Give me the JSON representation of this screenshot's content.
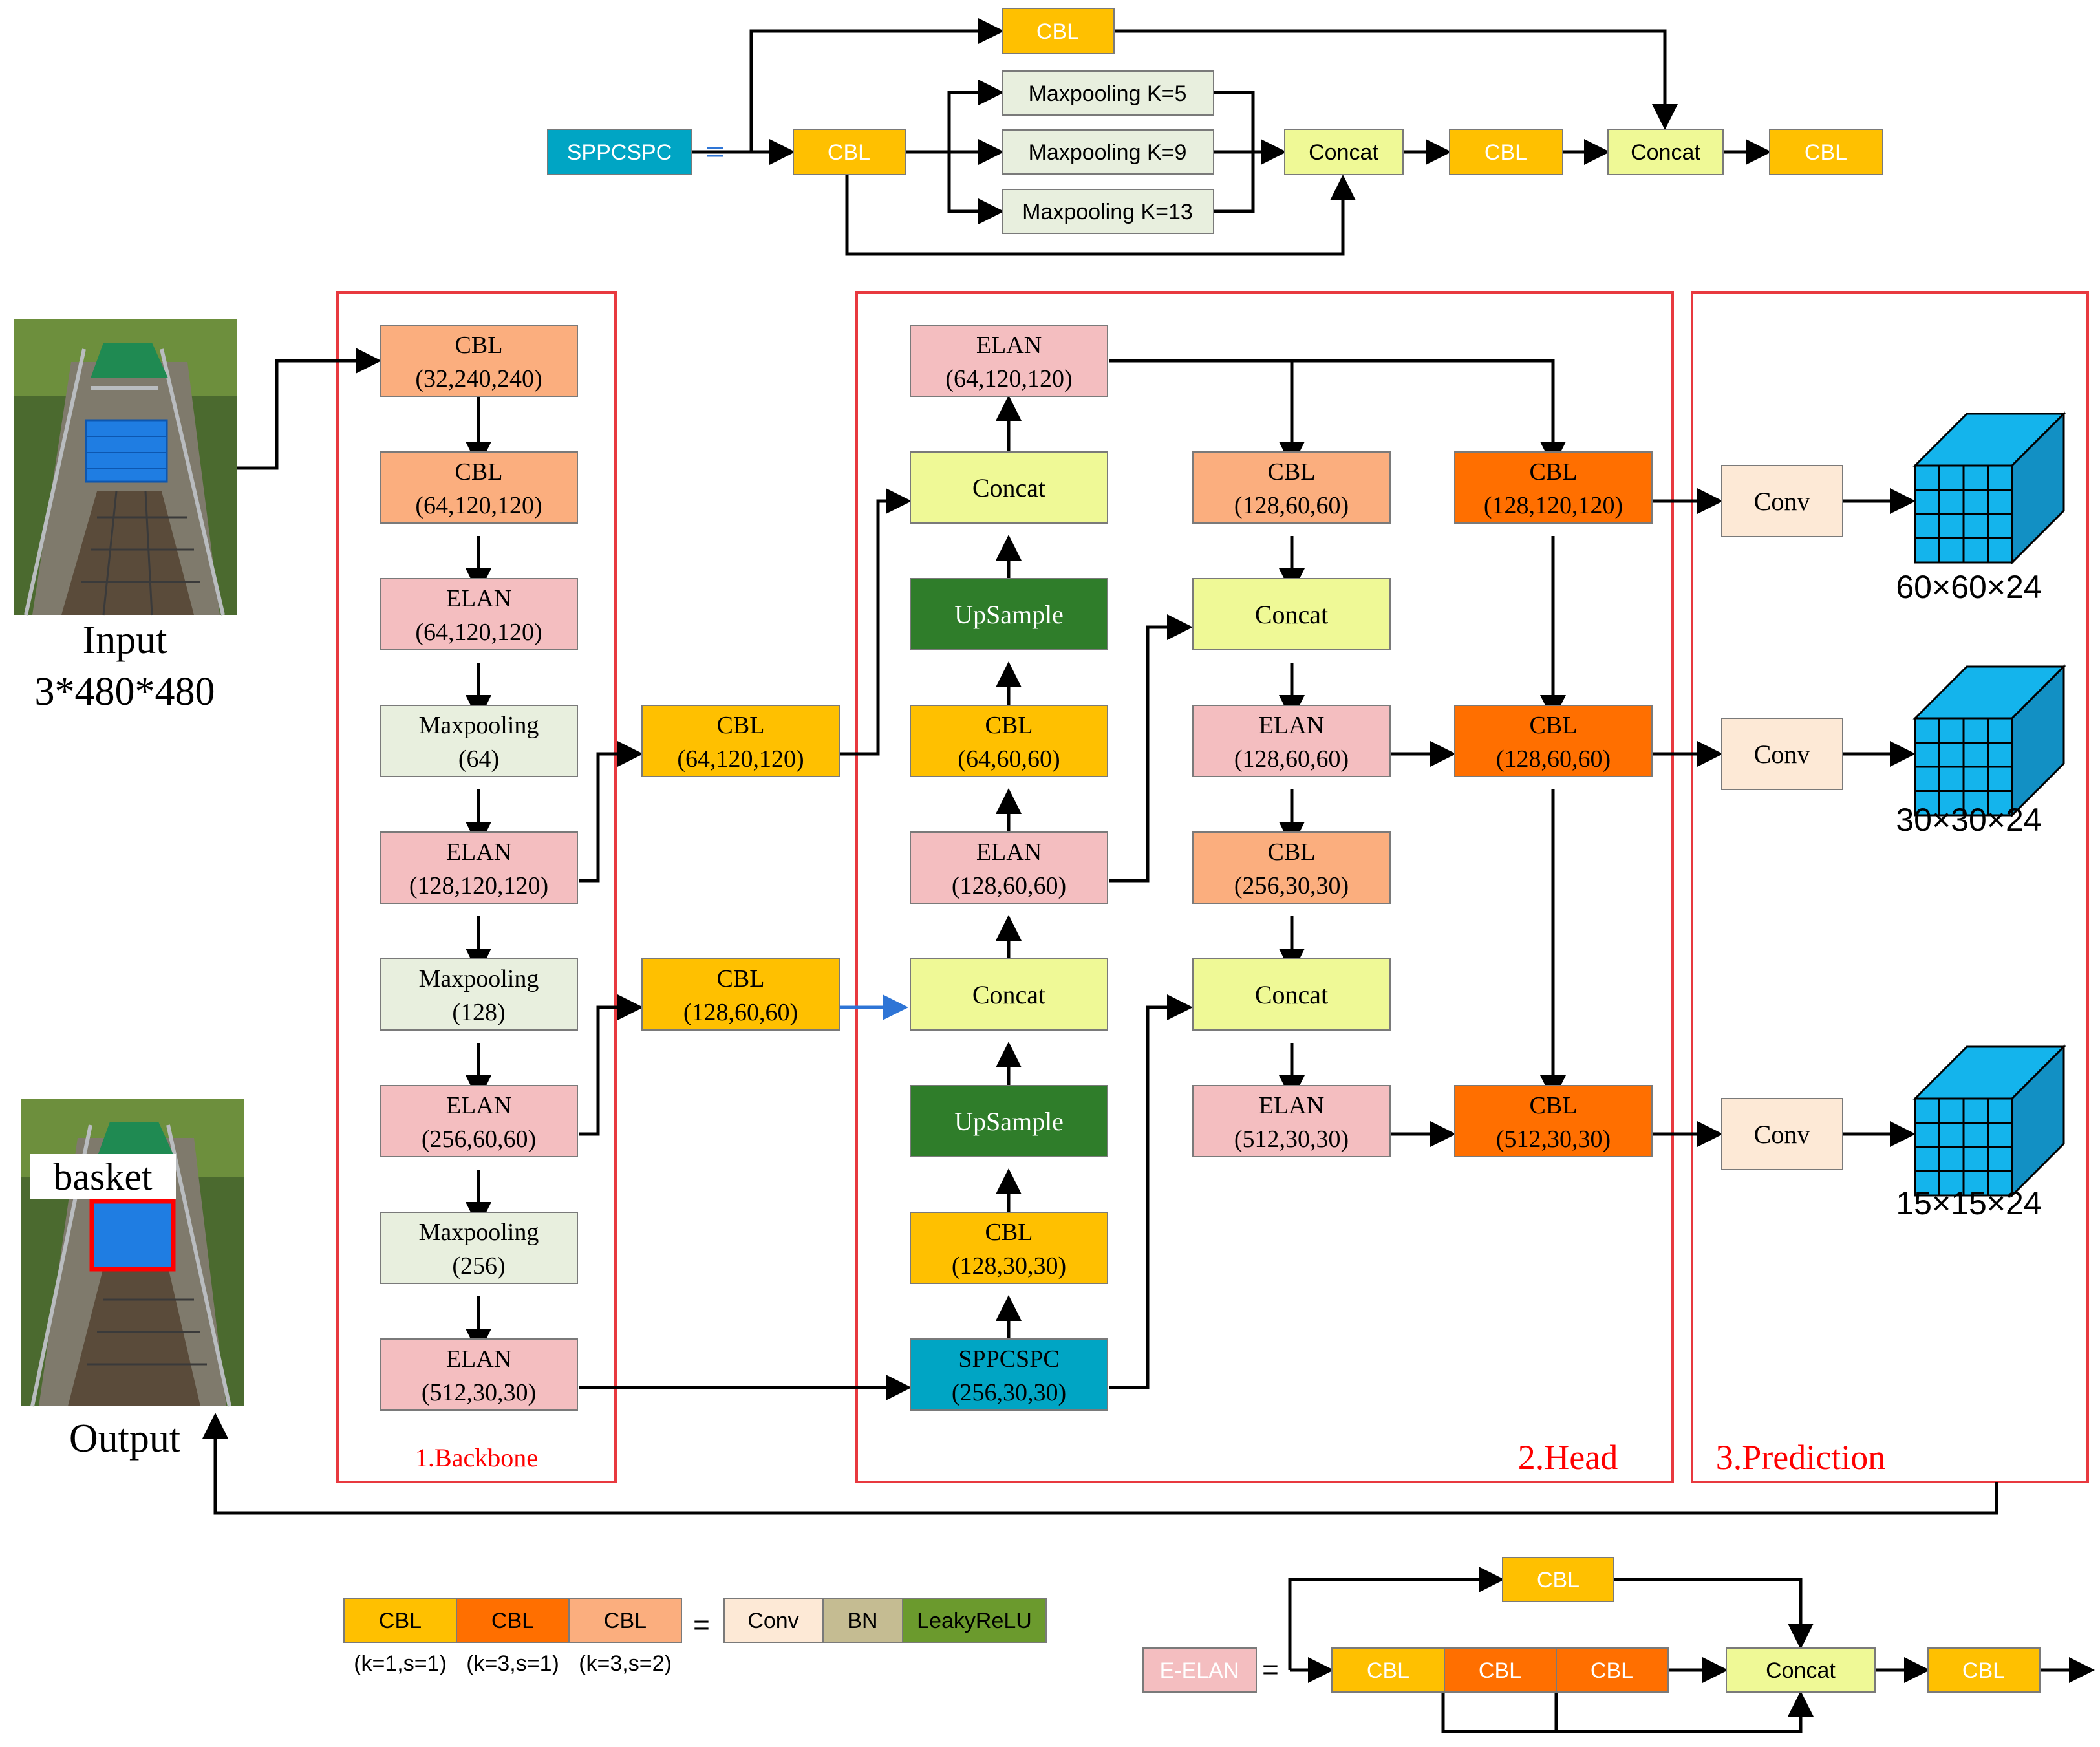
{
  "colors": {
    "cbl_yellow": "#FFC000",
    "cbl_orange": "#FF6F00",
    "cbl_salmon": "#FBAE7E",
    "elan_pink": "#F4BEC0",
    "maxpool_green": "#E8EFDE",
    "concat_yellow": "#EFF996",
    "upsample_green": "#2F7D2A",
    "sppcspc_teal": "#00A5C4",
    "conv_cream": "#FDE9D6",
    "bn_khaki": "#C5BC92",
    "leaky_green": "#6B9A2D",
    "frame_red": "#E8393F",
    "cube_blue": "#14B4EC"
  },
  "sppcspc_detail": {
    "input": "SPPCSPC",
    "cbl_top": "CBL",
    "cbl_main": "CBL",
    "pool_k5": "Maxpooling K=5",
    "pool_k9": "Maxpooling K=9",
    "pool_k13": "Maxpooling K=13",
    "concat1": "Concat",
    "cbl_mid": "CBL",
    "concat2": "Concat",
    "cbl_out": "CBL"
  },
  "input_image": {
    "label": "Input",
    "size": "3*480*480"
  },
  "output_image": {
    "label": "Output",
    "detection": "basket"
  },
  "backbone": {
    "title": "1.Backbone",
    "blocks": [
      {
        "name": "CBL",
        "shape": "(32,240,240)"
      },
      {
        "name": "CBL",
        "shape": "(64,120,120)"
      },
      {
        "name": "ELAN",
        "shape": "(64,120,120)"
      },
      {
        "name": "Maxpooling",
        "shape": "(64)"
      },
      {
        "name": "ELAN",
        "shape": "(128,120,120)"
      },
      {
        "name": "Maxpooling",
        "shape": "(128)"
      },
      {
        "name": "ELAN",
        "shape": "(256,60,60)"
      },
      {
        "name": "Maxpooling",
        "shape": "(256)"
      },
      {
        "name": "ELAN",
        "shape": "(512,30,30)"
      }
    ]
  },
  "bridge": [
    {
      "name": "CBL",
      "shape": "(64,120,120)"
    },
    {
      "name": "CBL",
      "shape": "(128,60,60)"
    }
  ],
  "head": {
    "title": "2.Head",
    "left_column": [
      {
        "name": "ELAN",
        "shape": "(64,120,120)"
      },
      {
        "name": "Concat",
        "shape": ""
      },
      {
        "name": "UpSample",
        "shape": ""
      },
      {
        "name": "CBL",
        "shape": "(64,60,60)"
      },
      {
        "name": "ELAN",
        "shape": "(128,60,60)"
      },
      {
        "name": "Concat",
        "shape": ""
      },
      {
        "name": "UpSample",
        "shape": ""
      },
      {
        "name": "CBL",
        "shape": "(128,30,30)"
      },
      {
        "name": "SPPCSPC",
        "shape": "(256,30,30)"
      }
    ],
    "mid_column": [
      {
        "name": "CBL",
        "shape": "(128,60,60)"
      },
      {
        "name": "Concat",
        "shape": ""
      },
      {
        "name": "ELAN",
        "shape": "(128,60,60)"
      },
      {
        "name": "CBL",
        "shape": "(256,30,30)"
      },
      {
        "name": "Concat",
        "shape": ""
      },
      {
        "name": "ELAN",
        "shape": "(512,30,30)"
      }
    ],
    "right_column": [
      {
        "name": "CBL",
        "shape": "(128,120,120)"
      },
      {
        "name": "CBL",
        "shape": "(128,60,60)"
      },
      {
        "name": "CBL",
        "shape": "(512,30,30)"
      }
    ]
  },
  "prediction": {
    "title": "3.Prediction",
    "conv_label": "Conv",
    "outputs": [
      "60×60×24",
      "30×30×24",
      "15×15×24"
    ]
  },
  "cbl_legend": {
    "blocks": [
      "CBL",
      "CBL",
      "CBL"
    ],
    "params": [
      "(k=1,s=1)",
      "(k=3,s=1)",
      "(k=3,s=2)"
    ],
    "equals": "=",
    "parts": [
      "Conv",
      "BN",
      "LeakyReLU"
    ]
  },
  "eelan_legend": {
    "name": "E-ELAN",
    "equals": "=",
    "cbl_top": "CBL",
    "chain": [
      "CBL",
      "CBL",
      "CBL"
    ],
    "concat": "Concat",
    "cbl_out": "CBL"
  }
}
